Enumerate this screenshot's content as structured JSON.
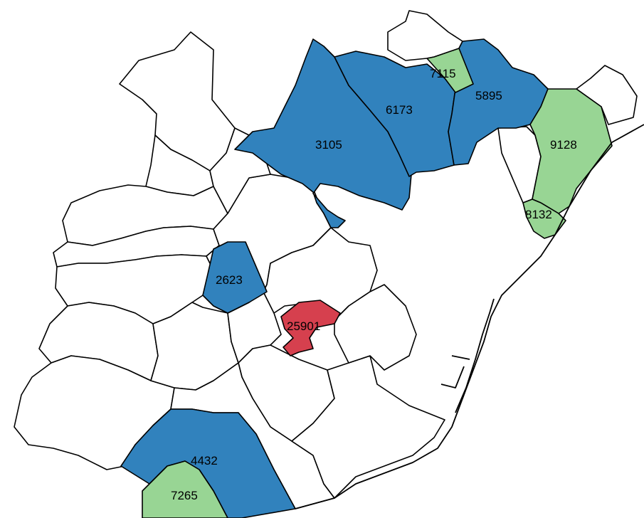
{
  "colors": {
    "blue": "#3182bd",
    "green": "#98d594",
    "red": "#d6404e",
    "white": "#ffffff",
    "border": "#000000"
  },
  "regions": [
    {
      "id": "r3105",
      "label": "3105",
      "category": "blue"
    },
    {
      "id": "r6173",
      "label": "6173",
      "category": "blue"
    },
    {
      "id": "r5895",
      "label": "5895",
      "category": "blue"
    },
    {
      "id": "r7115",
      "label": "7115",
      "category": "green"
    },
    {
      "id": "r9128",
      "label": "9128",
      "category": "green"
    },
    {
      "id": "r8132",
      "label": "8132",
      "category": "green"
    },
    {
      "id": "r2623",
      "label": "2623",
      "category": "blue"
    },
    {
      "id": "r25901",
      "label": "25901",
      "category": "red"
    },
    {
      "id": "r4432",
      "label": "4432",
      "category": "blue"
    },
    {
      "id": "r7265",
      "label": "7265",
      "category": "green"
    }
  ]
}
